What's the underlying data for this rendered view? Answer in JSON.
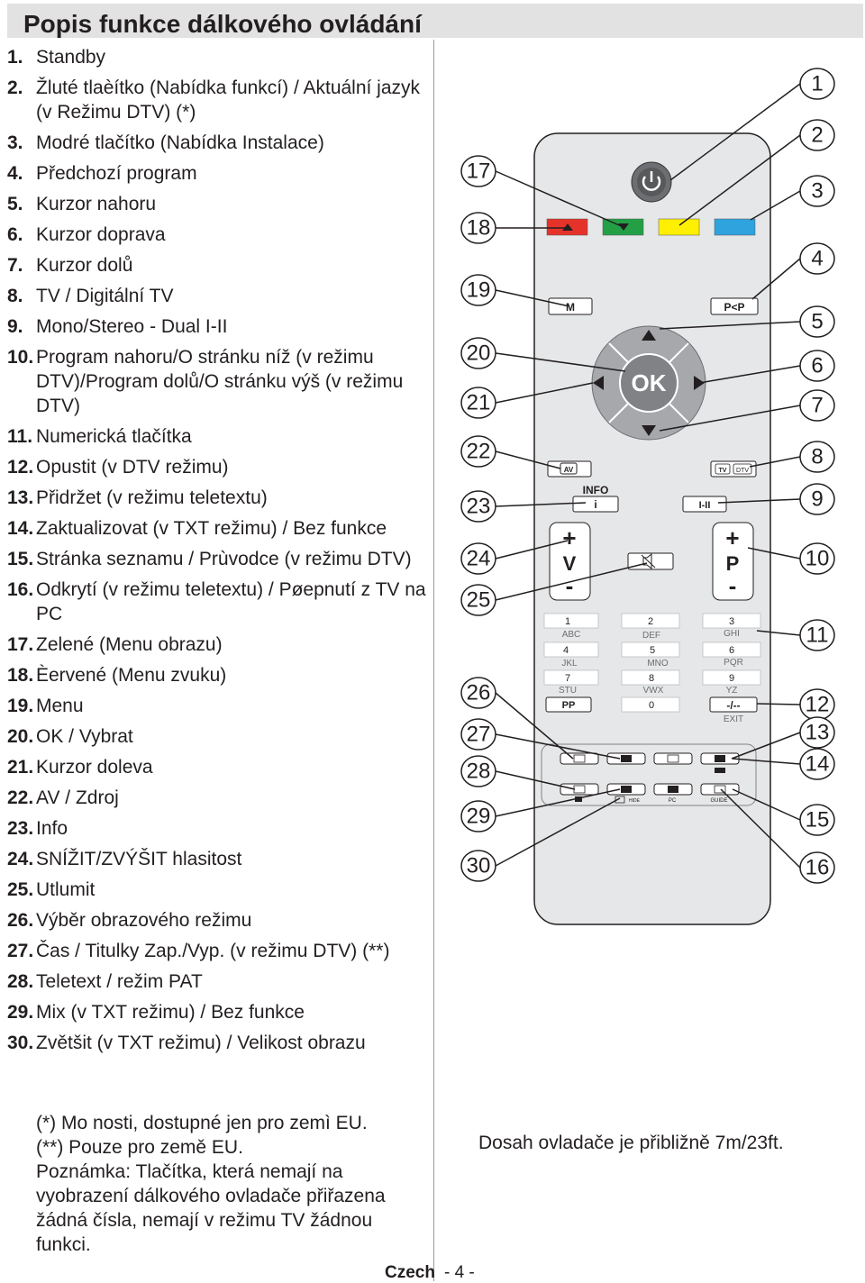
{
  "page": {
    "title": "Popis funkce dálkového ovládání",
    "footer_lang": "Czech",
    "footer_page": "- 4 -",
    "range_note": "Dosah ovladače je přibližně 7m/23ft."
  },
  "items": [
    {
      "num": "1.",
      "text": "Standby"
    },
    {
      "num": "2.",
      "text": "Žluté tlaèítko (Nabídka funkcí) / Aktuální jazyk (v Režimu DTV) (*)"
    },
    {
      "num": "3.",
      "text": "Modré tlačítko (Nabídka Instalace)"
    },
    {
      "num": "4.",
      "text": "Předchozí program"
    },
    {
      "num": "5.",
      "text": "Kurzor nahoru"
    },
    {
      "num": "6.",
      "text": "Kurzor doprava"
    },
    {
      "num": "7.",
      "text": "Kurzor dolů"
    },
    {
      "num": "8.",
      "text": "TV / Digitální TV"
    },
    {
      "num": "9.",
      "text": "Mono/Stereo - Dual I-II"
    },
    {
      "num": "10.",
      "text": "Program nahoru/O stránku níž (v režimu DTV)/Program dolů/O stránku výš (v režimu DTV)"
    },
    {
      "num": "11.",
      "text": "Numerická tlačítka"
    },
    {
      "num": "12.",
      "text": "Opustit (v DTV režimu)"
    },
    {
      "num": "13.",
      "text": "Přidržet (v režimu teletextu)"
    },
    {
      "num": "14.",
      "text": "Zaktualizovat (v TXT režimu) / Bez funkce"
    },
    {
      "num": "15.",
      "text": "Stránka seznamu / Prùvodce (v režimu DTV)"
    },
    {
      "num": "16.",
      "text": "Odkrytí (v režimu teletextu) / Pøepnutí z TV na PC"
    },
    {
      "num": "17.",
      "text": "Zelené (Menu obrazu)"
    },
    {
      "num": "18.",
      "text": "Èervené (Menu zvuku)"
    },
    {
      "num": "19.",
      "text": "Menu"
    },
    {
      "num": "20.",
      "text": "OK / Vybrat"
    },
    {
      "num": "21.",
      "text": "Kurzor doleva"
    },
    {
      "num": "22.",
      "text": "AV / Zdroj"
    },
    {
      "num": "23.",
      "text": "Info"
    },
    {
      "num": "24.",
      "text": "SNÍŽIT/ZVÝŠIT hlasitost"
    },
    {
      "num": "25.",
      "text": "Utlumit"
    },
    {
      "num": "26.",
      "text": "Výběr obrazového režimu"
    },
    {
      "num": "27.",
      "text": "Čas / Titulky Zap./Vyp. (v režimu DTV) (**)"
    },
    {
      "num": "28.",
      "text": "Teletext / režim PAT"
    },
    {
      "num": "29.",
      "text": "Mix (v TXT režimu) / Bez funkce"
    },
    {
      "num": "30.",
      "text": "Zvětšit (v TXT režimu) / Velikost obrazu"
    }
  ],
  "footnotes": [
    "(*) Mo nosti, dostupné jen pro zemì EU.",
    "(**) Pouze pro země EU.",
    "Poznámka: Tlačítka, která nemají na vyobrazení dálkového ovladače přiřazena žádná čísla, nemají v režimu TV žádnou funkci."
  ],
  "remote": {
    "callouts_right": [
      "1",
      "2",
      "3",
      "4",
      "5",
      "6",
      "7",
      "8",
      "9",
      "10",
      "11",
      "12",
      "13",
      "14",
      "15",
      "16"
    ],
    "callouts_left": [
      "17",
      "18",
      "19",
      "20",
      "21",
      "22",
      "23",
      "24",
      "25",
      "26",
      "27",
      "28",
      "29",
      "30"
    ],
    "labels": {
      "menu": "M",
      "pp": "P<P",
      "ok": "OK",
      "av": "AV",
      "tv": "TV",
      "dtv": "DTV",
      "info1": "INFO",
      "info2": "i",
      "dual": "I-II",
      "plus": "+",
      "minus": "-",
      "vol": "V",
      "prog": "P",
      "pp_key": "PP",
      "dash": "-/--",
      "exit": "EXIT",
      "hide": "HIDE",
      "pc": "PC",
      "guide": "GUIDE"
    },
    "numpad": [
      {
        "d": "1",
        "l": "ABC"
      },
      {
        "d": "2",
        "l": "DEF"
      },
      {
        "d": "3",
        "l": "GHI"
      },
      {
        "d": "4",
        "l": "JKL"
      },
      {
        "d": "5",
        "l": "MNO"
      },
      {
        "d": "6",
        "l": "PQR"
      },
      {
        "d": "7",
        "l": "STU"
      },
      {
        "d": "8",
        "l": "VWX"
      },
      {
        "d": "9",
        "l": "YZ"
      },
      {
        "d": "0",
        "l": ""
      }
    ],
    "colors": {
      "red": "#e6332a",
      "green": "#23a046",
      "yellow": "#ffef00",
      "blue": "#2ea3dd",
      "body": "#e6e7e8",
      "dpad": "#a6a8ab"
    }
  }
}
